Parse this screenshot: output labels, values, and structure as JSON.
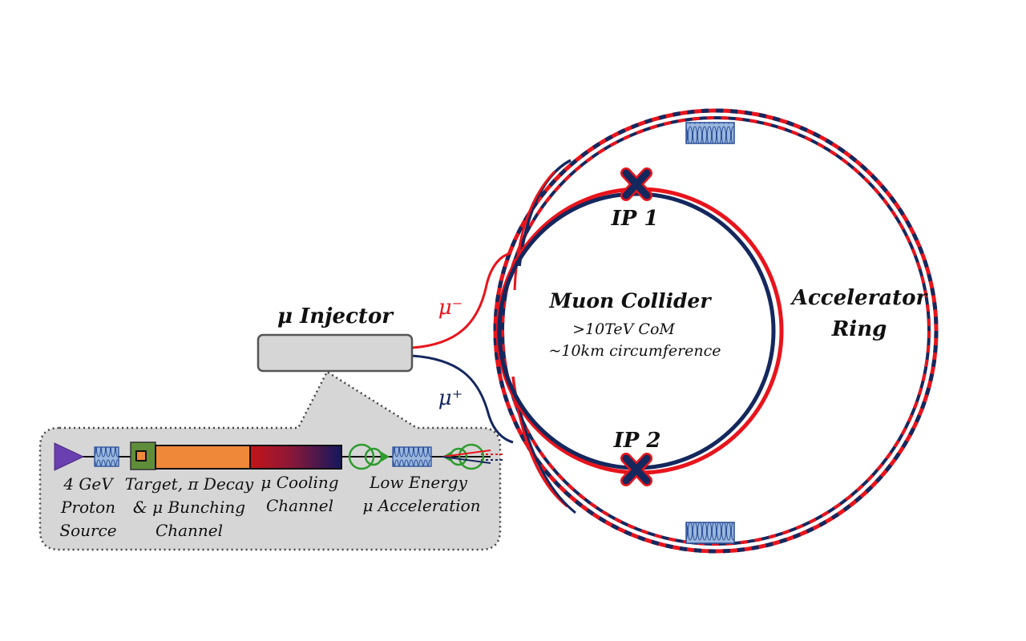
{
  "injector": {
    "title": "μ Injector"
  },
  "beams": {
    "minus_label": "μ⁻",
    "plus_label": "μ⁺"
  },
  "collider": {
    "title": "Muon Collider",
    "line1": ">10TeV CoM",
    "line2": "~10km circumference",
    "ip1": "IP 1",
    "ip2": "IP 2"
  },
  "accelerator": {
    "line1": "Accelerator",
    "line2": "Ring"
  },
  "chain": {
    "proton": [
      "4 GeV",
      "Proton",
      "Source"
    ],
    "target": [
      "Target, π Decay",
      "& μ Bunching",
      "Channel"
    ],
    "cooling": [
      "μ Cooling",
      "Channel"
    ],
    "acceleration": [
      "Low Energy",
      "μ Acceleration"
    ]
  },
  "colors": {
    "red": "#e8141c",
    "navy": "#14285e",
    "proton": "#6a3fb0",
    "target": "#5f8e3a",
    "orange": "#ef8838",
    "green": "#2e9b2e",
    "solenoid": "#9bb7de",
    "panel": "#d6d6d6"
  }
}
